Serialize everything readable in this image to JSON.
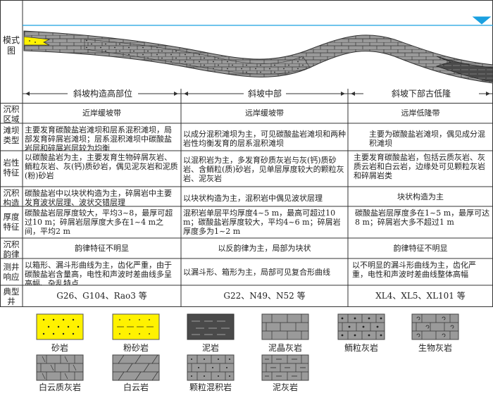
{
  "header": {
    "model_label": "模式图"
  },
  "zones": [
    {
      "label": "斜坡构造高部位"
    },
    {
      "label": "斜坡中部"
    },
    {
      "label": "斜坡下部古低隆"
    }
  ],
  "rows": [
    {
      "label": "沉积区域",
      "cells": [
        "近岸缓坡带",
        "远岸缓坡带",
        "远岸低隆带"
      ]
    },
    {
      "label": "滩坝类型",
      "cells": [
        "主要发育碳酸盐岩滩坝和层系混积滩坝，局部发育碎屑岩滩坝；层系混积滩坝中碳酸盐岩层和碎屑岩层较为均衡",
        "以成分混积滩坝为主，可见碳酸盐岩滩坝和两种岩性均衡发育的层系混积滩坝",
        "主要为碳酸盐岩滩坝，偶见成分混积滩坝"
      ]
    },
    {
      "label": "岩性特征",
      "cells": [
        "以碳酸盐岩为主，主要发育生物碎屑灰岩、鲕粒灰岩、灰(钙)质砂岩，偶见泥灰岩和泥质(粉)砂岩",
        "以混积岩为主，多发育砂质灰岩与灰(钙)质砂岩、含鲕粒(质)砂岩，见单层厚度较大的颗粒灰岩、泥灰岩",
        "主要发育碳酸盐岩，包括云质灰岩、灰质云岩和白云岩，边缘处可见颗粒灰岩和碎屑岩类"
      ]
    },
    {
      "label": "沉积构造",
      "cells": [
        "碳酸盐岩中以块状构造为主，碎屑岩中主要发育波状层理、波状交错层理",
        "以块状构造为主，混积岩中偶见波状层理",
        "块状构造为主"
      ]
    },
    {
      "label": "厚度特征",
      "cells": [
        "碳酸盐岩层厚度较大，平均3~8，最厚可超过10 m；碎屑岩层厚度大多在1~4 m之间，平均2 m",
        "混积岩单层平均厚度4~5 m，最高可超过10 m；碳酸盐岩厚度较大，平均4~6 m；碎屑岩厚度多为1~2 m",
        "碳酸盐岩层厚度多在1~5 m，最厚可达8 m；碎屑岩大多不超过1 m"
      ]
    },
    {
      "label": "沉积韵律",
      "cells": [
        "韵律特征不明显",
        "以反韵律为主，局部为块状",
        "韵律特征不明显"
      ]
    },
    {
      "label": "测井响应",
      "cells": [
        "以箱形、漏斗形曲线为主，齿化严重，由于碳酸盐岩含量高，电性和声波时差曲线多呈高幅、杂乱特点",
        "以漏斗形、箱形为主，局部可见复合形曲线",
        "以不明显的漏斗形曲线为主，齿化严重，电性和声波时差曲线整体高幅"
      ]
    },
    {
      "label": "典型井",
      "cells": [
        "G26、G104、Rao3 等",
        "G22、N49、N52 等",
        "XL4、XL5、XL101 等"
      ]
    }
  ],
  "legend": [
    {
      "label": "砂岩",
      "pattern": "sandstone",
      "color": "#fff200"
    },
    {
      "label": "粉砂岩",
      "pattern": "siltstone",
      "color": "#fff200"
    },
    {
      "label": "泥岩",
      "pattern": "mudstone",
      "color": "#4a4a4a"
    },
    {
      "label": "泥晶灰岩",
      "pattern": "micrite",
      "color": "#9a9a9a"
    },
    {
      "label": "鲕粒灰岩",
      "pattern": "oolite",
      "color": "#9a9a9a"
    },
    {
      "label": "生物灰岩",
      "pattern": "bio",
      "color": "#9a9a9a"
    },
    {
      "label": "白云质灰岩",
      "pattern": "dolomitic",
      "color": "#9a9a9a"
    },
    {
      "label": "白云岩",
      "pattern": "dolomite",
      "color": "#9a9a9a"
    },
    {
      "label": "颗粒混积岩",
      "pattern": "mixed",
      "color": "#9a9a9a"
    },
    {
      "label": "泥灰岩",
      "pattern": "marl",
      "color": "#9a9a9a"
    }
  ]
}
